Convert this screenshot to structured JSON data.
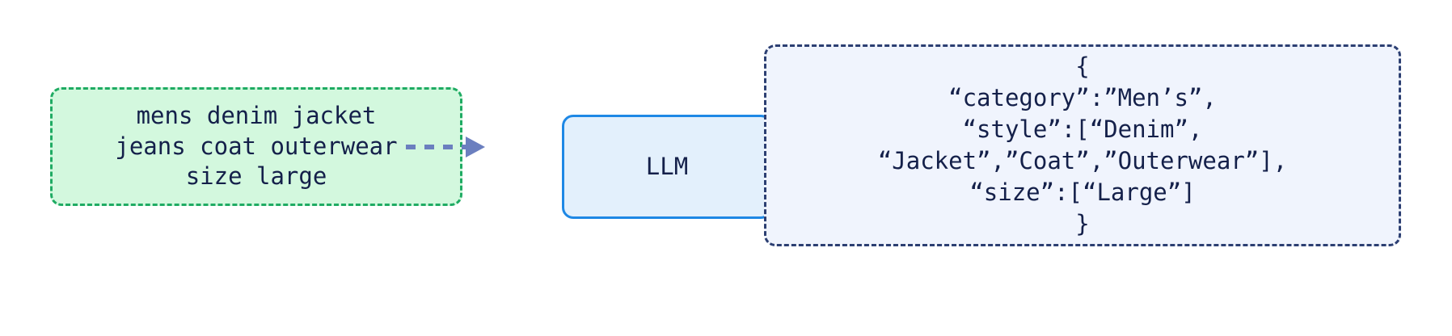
{
  "diagram": {
    "type": "flow",
    "background_color": "#ffffff",
    "nodes": [
      {
        "id": "input",
        "label": "mens denim jacket\njeans coat outerwear\nsize large",
        "shape": "rounded-rectangle",
        "border_style": "dashed",
        "fill_color": "#d3f8de",
        "border_color": "#1fab63",
        "text_color": "#14204a"
      },
      {
        "id": "llm",
        "label": "LLM",
        "shape": "rounded-rectangle",
        "border_style": "solid",
        "fill_color": "#e3f0fc",
        "border_color": "#1e88e5",
        "text_color": "#14204a"
      },
      {
        "id": "output",
        "label": "{\n“category”:”Men’s”,\n“style”:[“Denim”,\n“Jacket”,”Coat”,”Outerwear”],\n“size”:[“Large”]\n}",
        "shape": "rounded-rectangle",
        "border_style": "dashed",
        "fill_color": "#f0f4fd",
        "border_color": "#2c3f72",
        "text_color": "#14204a"
      }
    ],
    "edges": [
      {
        "id": "edge-input-to-llm",
        "from": "input",
        "to": "llm",
        "style": "dashed",
        "color": "#6b7fbf",
        "arrowhead": "filled-triangle",
        "label": ""
      },
      {
        "id": "edge-llm-to-output",
        "from": "llm",
        "to": "output",
        "style": "dashed",
        "color": "#6b7fbf",
        "arrowhead": "filled-triangle",
        "label": ""
      }
    ]
  }
}
